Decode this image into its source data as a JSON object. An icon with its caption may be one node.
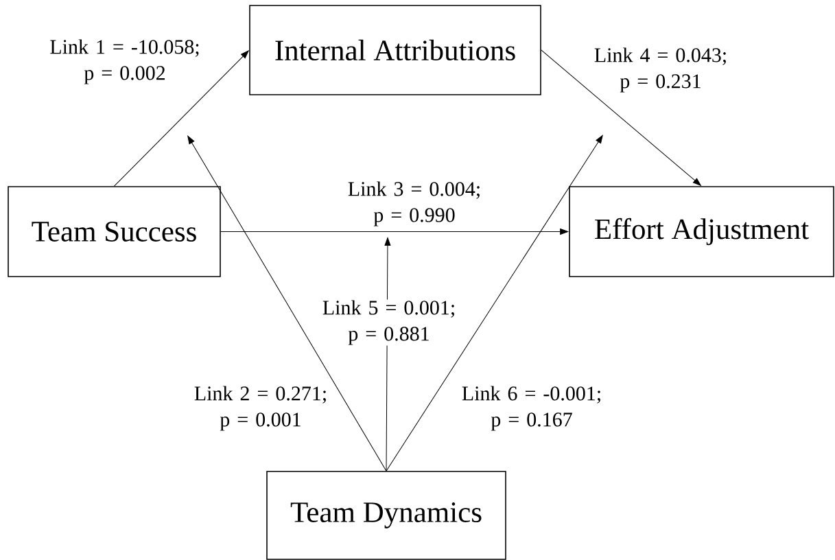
{
  "diagram": {
    "nodes": [
      {
        "text": [
          "Internal Attributions"
        ]
      },
      {
        "text": [
          "Team Success"
        ]
      },
      {
        "text": [
          "Effort Adjustment"
        ]
      },
      {
        "text": [
          "Team Dynamics"
        ]
      }
    ],
    "edges": [
      {
        "from": 1,
        "to": 0,
        "arrow": "to",
        "label": "Link 1 = -10.058; p = 0.002"
      },
      {
        "from": 0,
        "to": 2,
        "arrow": "to",
        "label": "Link 4 = 0.043; p = 0.231"
      },
      {
        "from": 1,
        "to": 2,
        "arrow": "to",
        "label": "Link 3 = 0.004; p = 0.990"
      },
      {
        "from": 3,
        "to": null,
        "arrow": "to",
        "label": "Link 2 = 0.271; p = 0.001"
      },
      {
        "from": 3,
        "to": null,
        "arrow": "to",
        "label": "Link 5 = 0.001; p = 0.881"
      },
      {
        "from": 3,
        "to": null,
        "arrow": "to",
        "label": "Link 6 = -0.001; p = 0.167"
      }
    ]
  }
}
